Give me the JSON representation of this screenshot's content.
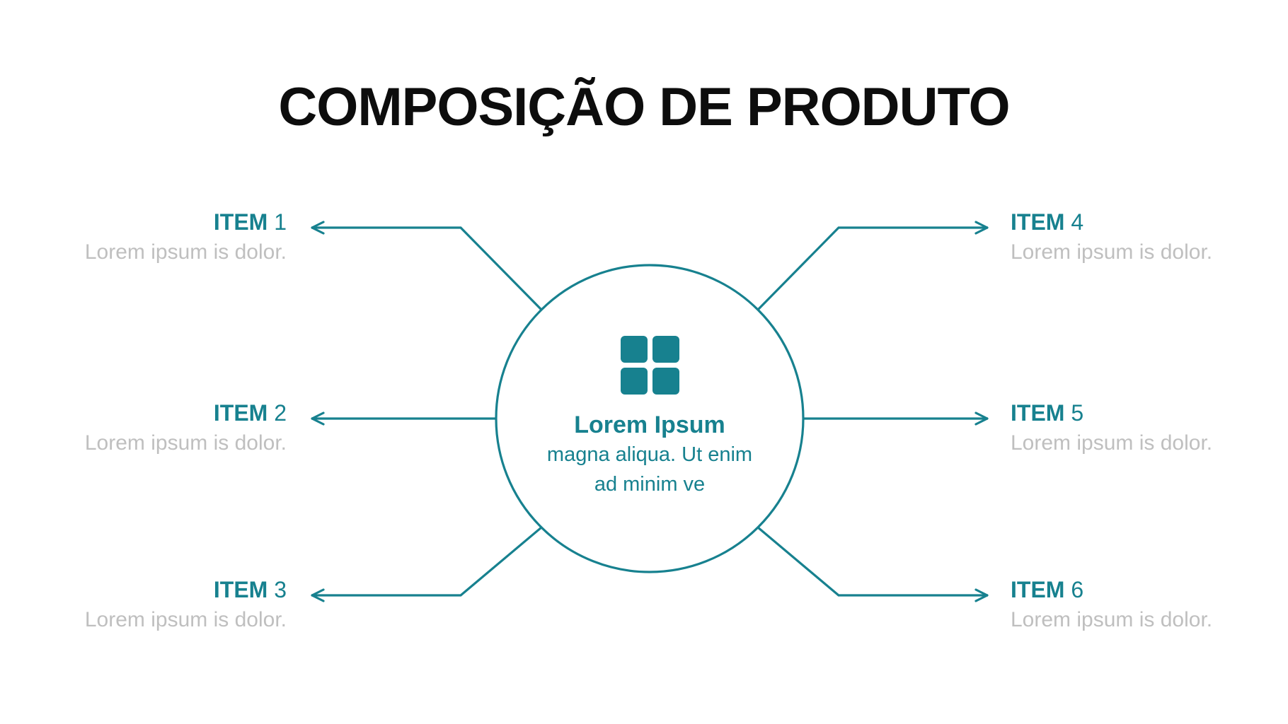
{
  "slide": {
    "title": "COMPOSIÇÃO DE PRODUTO"
  },
  "colors": {
    "accent": "#17818F",
    "muted": "#BFBFBF",
    "title_color": "#0D0D0D",
    "background": "#FFFFFF"
  },
  "center_node": {
    "icon": "grid-icon",
    "title": "Lorem Ipsum",
    "line1": "magna aliqua. Ut enim",
    "line2": "ad minim ve"
  },
  "items": [
    {
      "label": "ITEM",
      "number": "1",
      "description": "Lorem ipsum is dolor.",
      "side": "left"
    },
    {
      "label": "ITEM",
      "number": "2",
      "description": "Lorem ipsum is dolor.",
      "side": "left"
    },
    {
      "label": "ITEM",
      "number": "3",
      "description": "Lorem ipsum is dolor.",
      "side": "left"
    },
    {
      "label": "ITEM",
      "number": "4",
      "description": "Lorem ipsum is dolor.",
      "side": "right"
    },
    {
      "label": "ITEM",
      "number": "5",
      "description": "Lorem ipsum is dolor.",
      "side": "right"
    },
    {
      "label": "ITEM",
      "number": "6",
      "description": "Lorem ipsum is dolor.",
      "side": "right"
    }
  ]
}
